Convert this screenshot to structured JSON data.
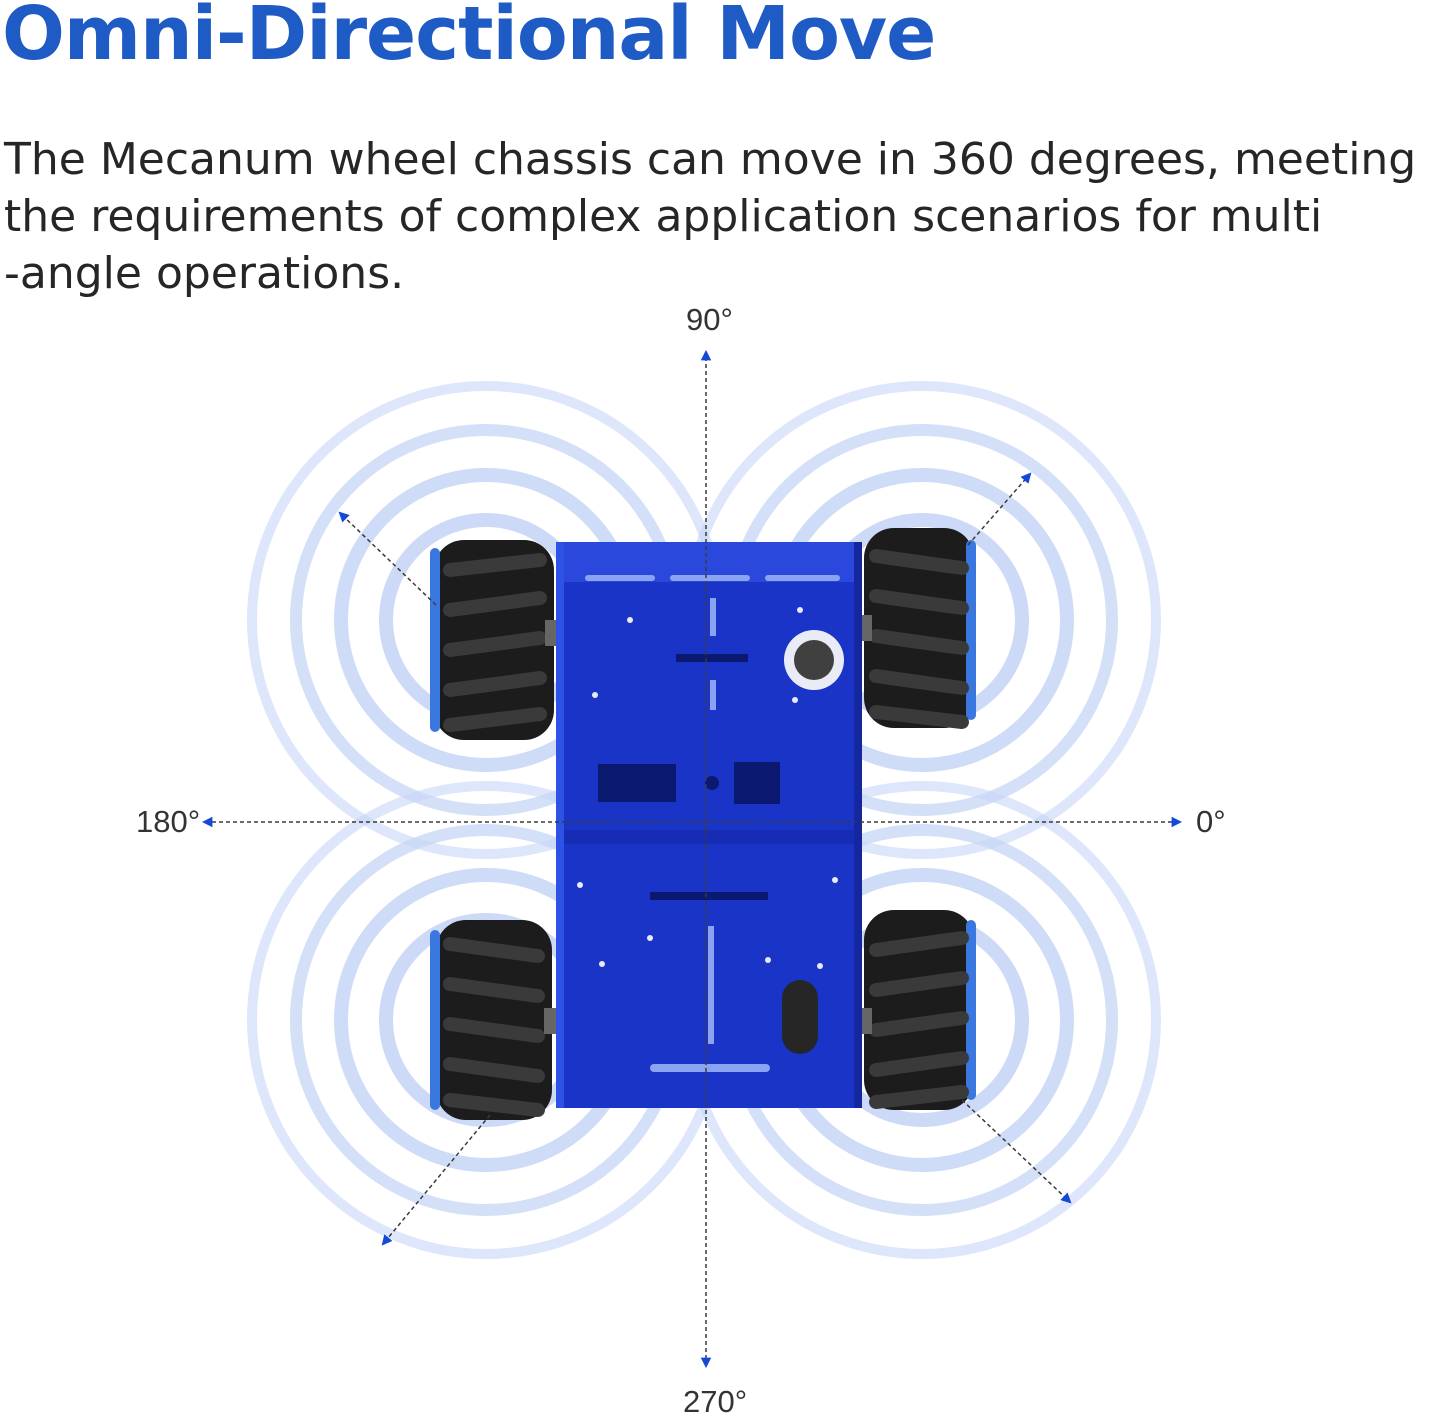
{
  "title": "Omni-Directional Move",
  "description": {
    "line1": "The Mecanum wheel chassis can move in 360 degrees, meeting",
    "line2": "the requirements of complex application scenarios for multi",
    "line3": "-angle operations."
  },
  "directions": {
    "up": "90°",
    "right": "0°",
    "left": "180°",
    "down": "270°"
  },
  "colors": {
    "title": "#1f5bc4",
    "arrow": "#1348d8",
    "chassis": "#1a34c8",
    "ripple": "#bdd0f5",
    "wheel": "#1c1c1c"
  }
}
